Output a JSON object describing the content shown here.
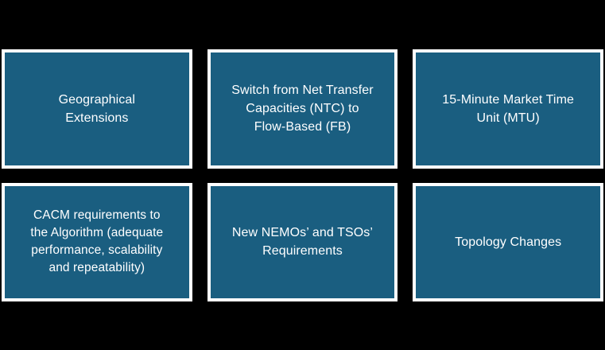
{
  "slide": {
    "background_color": "#000000",
    "card_fill_color": "#1A5E80",
    "card_border_color": "#FFFFFF",
    "text_color": "#FFFFFF",
    "cards": [
      {
        "label": "Geographical\nExtensions"
      },
      {
        "label": "Switch from Net Transfer\nCapacities (NTC) to\nFlow-Based (FB)"
      },
      {
        "label": "15-Minute Market Time\nUnit (MTU)"
      },
      {
        "label": "CACM requirements to\nthe Algorithm (adequate\nperformance, scalability\nand repeatability)"
      },
      {
        "label": "New NEMOs’ and TSOs’\nRequirements"
      },
      {
        "label": "Topology Changes"
      }
    ]
  }
}
